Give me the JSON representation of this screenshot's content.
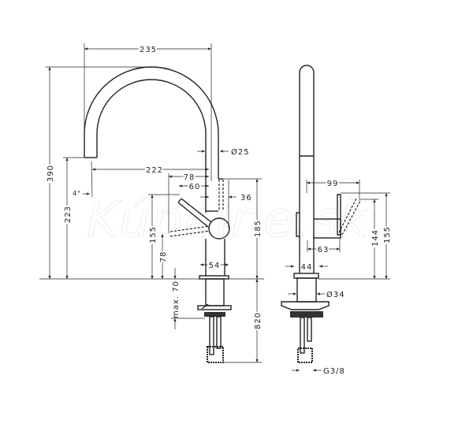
{
  "watermark": "Kúpelne.sk",
  "front_view": {
    "dims": {
      "width_235": "235",
      "height_390": "390",
      "height_223": "223",
      "reach_222": "222",
      "d78": "78",
      "d60": "60",
      "d36": "36",
      "dia25": "Ø25",
      "h155": "155",
      "h78": "78",
      "max70": "max. 70",
      "h185": "185",
      "h820": "820",
      "d54": "54",
      "angle": "4°"
    }
  },
  "side_view": {
    "dims": {
      "d99": "99",
      "h144": "144",
      "h155": "155",
      "d63": "63",
      "d44": "44",
      "dia34": "Ø34",
      "thread": "G3/8"
    }
  }
}
